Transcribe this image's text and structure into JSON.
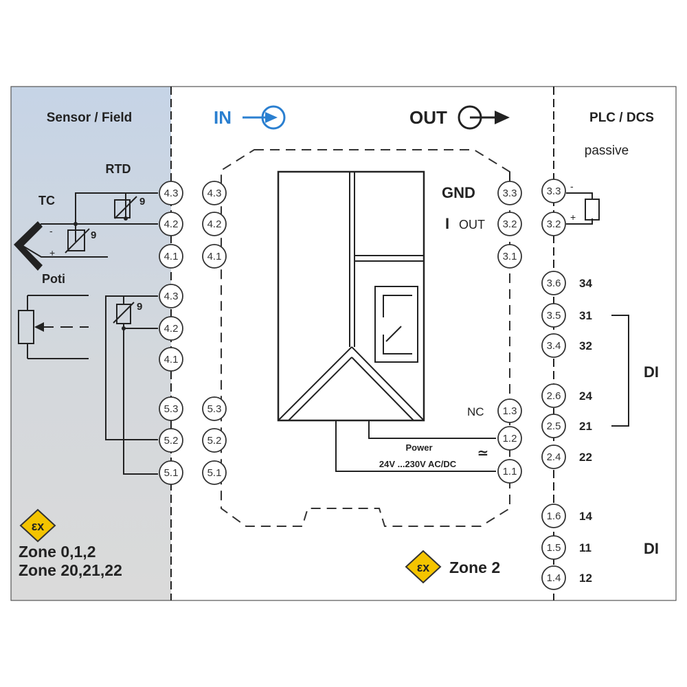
{
  "panels": {
    "sensor_title": "Sensor / Field",
    "plc_title": "PLC / DCS",
    "plc_sub": "passive"
  },
  "header": {
    "in_label": "IN",
    "out_label": "OUT"
  },
  "sensors": {
    "rtd": "RTD",
    "tc": "TC",
    "poti": "Poti",
    "theta": "9",
    "minus": "-",
    "plus": "+"
  },
  "module": {
    "gnd": "GND",
    "i": "I",
    "out": "OUT",
    "nc": "NC",
    "power": "Power",
    "supply": "24V ...230V AC/DC",
    "acdc": "≃"
  },
  "field_terminals": [
    "4.3",
    "4.2",
    "4.1",
    "4.3",
    "4.2",
    "4.1",
    "5.3",
    "5.2",
    "5.1"
  ],
  "inner_terminals": [
    "4.3",
    "4.2",
    "4.1",
    "5.3",
    "5.2",
    "5.1"
  ],
  "output_terminals": [
    "3.3",
    "3.2",
    "3.1",
    "1.3",
    "1.2",
    "1.1"
  ],
  "plc_terminals": [
    "3.3",
    "3.2",
    "3.6",
    "3.5",
    "3.4",
    "2.6",
    "2.5",
    "2.4",
    "1.6",
    "1.5",
    "1.4"
  ],
  "relay_contacts": [
    "34",
    "31",
    "32",
    "24",
    "21",
    "22",
    "14",
    "11",
    "12"
  ],
  "di": [
    "DI",
    "DI"
  ],
  "zones": {
    "ex": "εx",
    "zone_a": "Zone 0,1,2",
    "zone_b": "Zone 20,21,22",
    "zone_c": "Zone 2"
  },
  "colors": {
    "sensor_panel_top": "#c9d6e6",
    "sensor_panel_bottom": "#dbdbdb",
    "in_blue": "#2a7fd0",
    "ex_yellow": "#f4c400"
  }
}
